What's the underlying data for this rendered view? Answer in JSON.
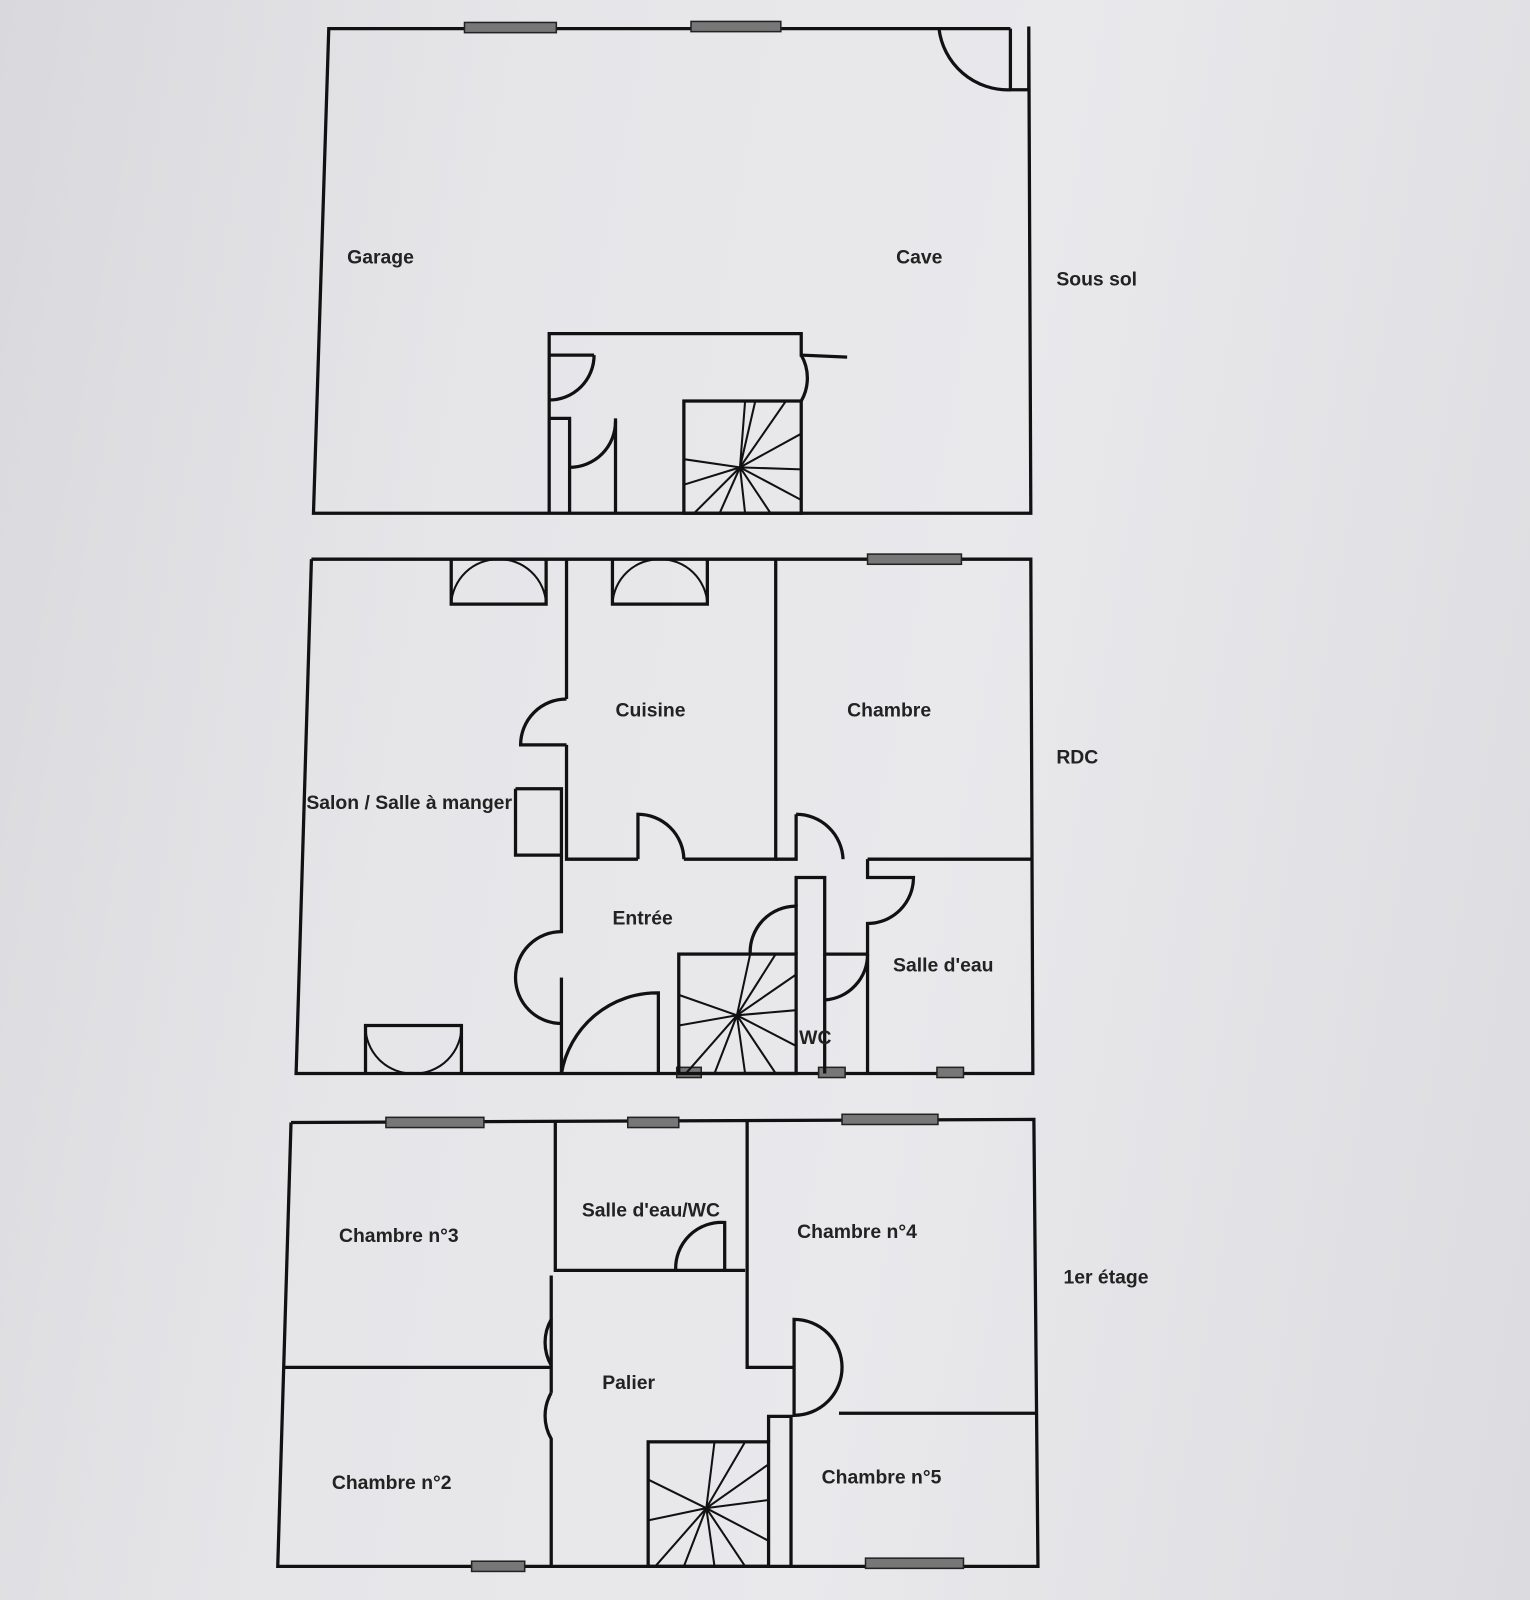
{
  "floors": [
    {
      "name": "Sous sol",
      "rooms": [
        "Garage",
        "Cave"
      ]
    },
    {
      "name": "RDC",
      "rooms": [
        "Cuisine",
        "Chambre",
        "Salon / Salle à manger",
        "Entrée",
        "Salle d'eau",
        "WC"
      ]
    },
    {
      "name": "1er étage",
      "rooms": [
        "Chambre n°3",
        "Salle d'eau/WC",
        "Chambre n°4",
        "Palier",
        "Chambre n°2",
        "Chambre n°5"
      ]
    }
  ],
  "colors": {
    "wall": "#111111",
    "window": "#777777",
    "paper": "#e6e6e9"
  }
}
